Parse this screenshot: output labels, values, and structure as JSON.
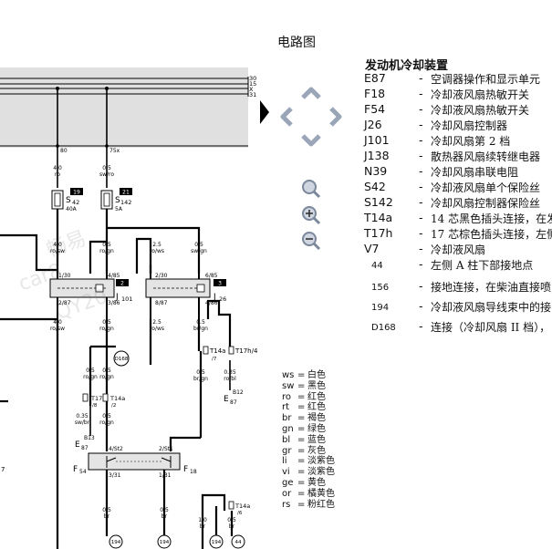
{
  "page_title": "电路图",
  "section_title": "发动机冷却装置",
  "legend": [
    {
      "code": "E87",
      "desc": "空调器操作和显示单元"
    },
    {
      "code": "F18",
      "desc": "冷却液风扇热敏开关"
    },
    {
      "code": "F54",
      "desc": "冷却液风扇热敏开关"
    },
    {
      "code": "J26",
      "desc": "冷却风扇控制器"
    },
    {
      "code": "J101",
      "desc": "冷却风扇第 2 档"
    },
    {
      "code": "J138",
      "desc": "散热器风扇续转继电器"
    },
    {
      "code": "N39",
      "desc": "冷却风扇串联电阻"
    },
    {
      "code": "S42",
      "desc": "冷却液风扇单个保险丝"
    },
    {
      "code": "S142",
      "desc": "冷却风扇控制器保险丝"
    },
    {
      "code": "T14a",
      "desc": "14 芯黑色插头连接，在发"
    },
    {
      "code": "T17h",
      "desc": "17 芯棕色插头连接，左侧"
    },
    {
      "code": "V7",
      "desc": "冷却液风扇"
    },
    {
      "code": "44",
      "desc": "左侧 A 柱下部接地点"
    },
    {
      "code": "156",
      "desc": "接地连接，在柴油直接喷"
    },
    {
      "code": "194",
      "desc": "冷却液风扇导线束中的接"
    },
    {
      "code": "D168",
      "desc": "连接（冷却风扇 II 档），"
    }
  ],
  "wire_colors": [
    {
      "code": "ws",
      "name": "白色"
    },
    {
      "code": "sw",
      "name": "黑色"
    },
    {
      "code": "ro",
      "name": "红色"
    },
    {
      "code": "rt",
      "name": "红色"
    },
    {
      "code": "br",
      "name": "褐色"
    },
    {
      "code": "gn",
      "name": "绿色"
    },
    {
      "code": "bl",
      "name": "蓝色"
    },
    {
      "code": "gr",
      "name": "灰色"
    },
    {
      "code": "li",
      "name": "淡紫色"
    },
    {
      "code": "vi",
      "name": "淡紫色"
    },
    {
      "code": "ge",
      "name": "黄色"
    },
    {
      "code": "or",
      "name": "橘黄色"
    },
    {
      "code": "rs",
      "name": "粉红色"
    }
  ],
  "diagram": {
    "bus_labels": [
      "30",
      "15",
      "X",
      "31"
    ],
    "conn_top_left": "80",
    "conn_top_right": "75x",
    "wire_top_left": [
      "4.0",
      "ro"
    ],
    "wire_top_right": [
      "0.5",
      "sw/ro"
    ],
    "fuse_left": {
      "num": "19",
      "name": "S",
      "sub": "42",
      "rating": "40A"
    },
    "fuse_right": {
      "num": "21",
      "name": "S",
      "sub": "142",
      "rating": "5A"
    },
    "w2": [
      "4.0",
      "ro/sw"
    ],
    "w3": [
      "0.5",
      "ro/gn"
    ],
    "w4": [
      "2.5",
      "ro/ws"
    ],
    "w5": [
      "0.5",
      "sw/gn"
    ],
    "relay1": {
      "tl": "1/30",
      "tr": "4/85",
      "bl": "2/87",
      "br": "3/86",
      "num": "2",
      "name": "J",
      "sub": "101"
    },
    "relay2": {
      "tl": "2/30",
      "tr": "6/85",
      "bl": "8/87",
      "br": "4/86",
      "num": "3",
      "name": "J",
      "sub": "26"
    },
    "w6": [
      "4.0",
      "ro/sw"
    ],
    "w7": [
      "0.5",
      "ro/gn"
    ],
    "w8": [
      "2.5",
      "ro/ws"
    ],
    "w9": [
      "0.5",
      "br/gn"
    ],
    "conn_d168": "D168",
    "t14a_7": [
      "T14a",
      "/7"
    ],
    "t17h_4": [
      "T17h/4"
    ],
    "w10": [
      "0.5",
      "br/gn"
    ],
    "w11": [
      "0.35",
      "ro/bl"
    ],
    "pin_b12": "B12",
    "e87_right": "E",
    "e87_right_sub": "87",
    "w12": [
      "0.5",
      "ro/gn"
    ],
    "w13": [
      "0.5",
      "ro/gn"
    ],
    "t17h_8": [
      "T17h",
      "/8"
    ],
    "t14a_2": [
      "T14a",
      "/2"
    ],
    "w14": [
      "0.35",
      "sw/br"
    ],
    "w15": [
      "0.5",
      "ro/gn"
    ],
    "pin_b13": "B13",
    "e87_left": "E",
    "e87_left_sub": "87",
    "sw_tl": "4/St2",
    "sw_tr": "2/St1",
    "sw_bl": "3/31",
    "sw_br": "1/31",
    "f54": "F",
    "f54_sub": "54",
    "f18": "F",
    "f18_sub": "18",
    "w16": [
      "0.5",
      "br"
    ],
    "w17": [
      "0.5",
      "br"
    ],
    "w18": [
      "1.0",
      "br"
    ],
    "w19": [
      "0.5",
      "br"
    ],
    "t14a_6": [
      "T14a",
      "/6"
    ],
    "gnd1": "194",
    "gnd2": "194",
    "gnd3": "194",
    "gnd4": "44",
    "edge_num": "7"
  },
  "watermark": [
    "畅易",
    "car8",
    "QY20"
  ],
  "nav": {
    "prev": "caret-right-icon",
    "up": "arrow-up-icon",
    "left": "arrow-left-icon",
    "right": "arrow-right-icon",
    "down": "arrow-down-icon",
    "zoom_fit": "zoom-icon",
    "zoom_in": "zoom-in-icon",
    "zoom_out": "zoom-out-icon"
  }
}
